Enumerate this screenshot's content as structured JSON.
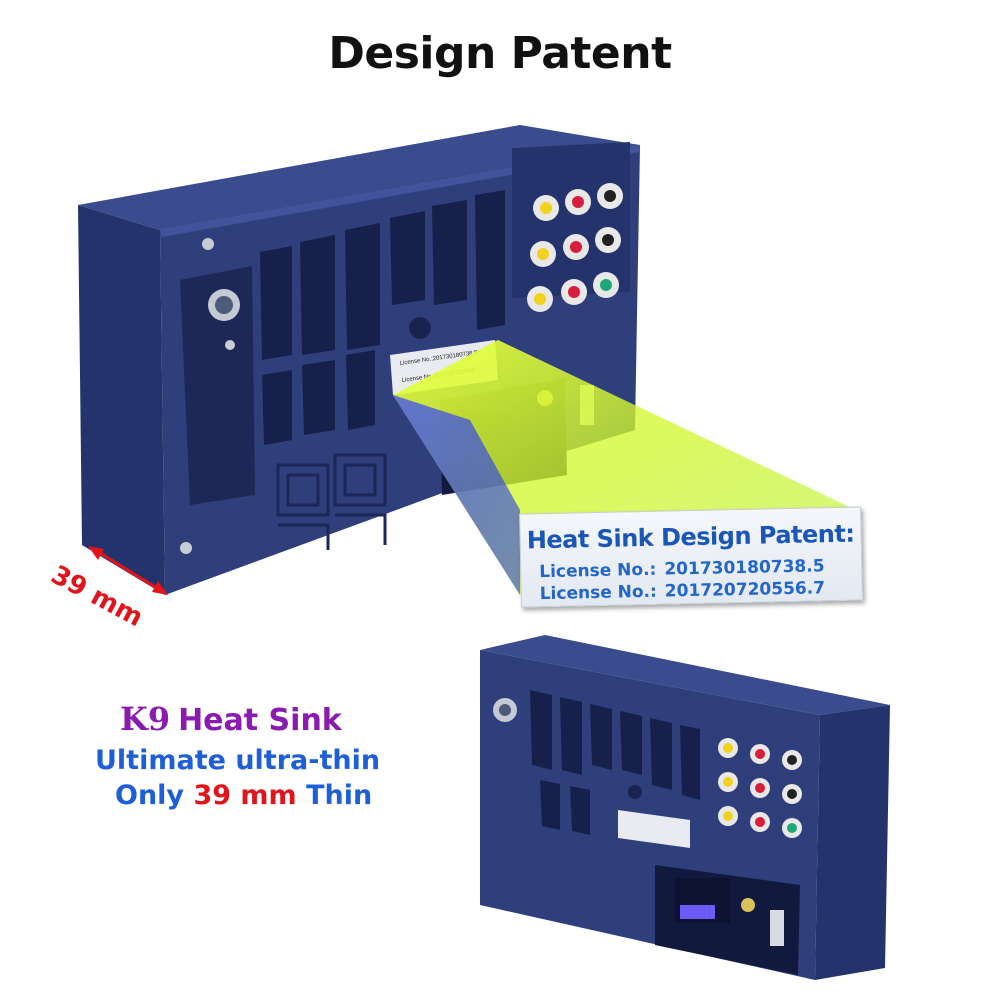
{
  "title": "Design Patent",
  "patent_card": {
    "title": "Heat Sink Design Patent:",
    "licenses": [
      {
        "label": "License No.:",
        "value": "201730180738.5"
      },
      {
        "label": "License No.:",
        "value": "201720720556.7"
      }
    ]
  },
  "dimension_label": "39 mm",
  "feature": {
    "brand": "K9",
    "name": "Heat Sink",
    "line1": "Ultimate ultra-thin",
    "line2_prefix": "Only",
    "line2_value": "39 mm",
    "line2_suffix": "Thin"
  },
  "colors": {
    "device_body": "#2e3f7c",
    "device_dark": "#1c2757",
    "accent_blue": "#1e5fd8",
    "accent_red": "#e0141a",
    "accent_purple": "#8a1ab0",
    "highlight": "#c8ff2e"
  }
}
